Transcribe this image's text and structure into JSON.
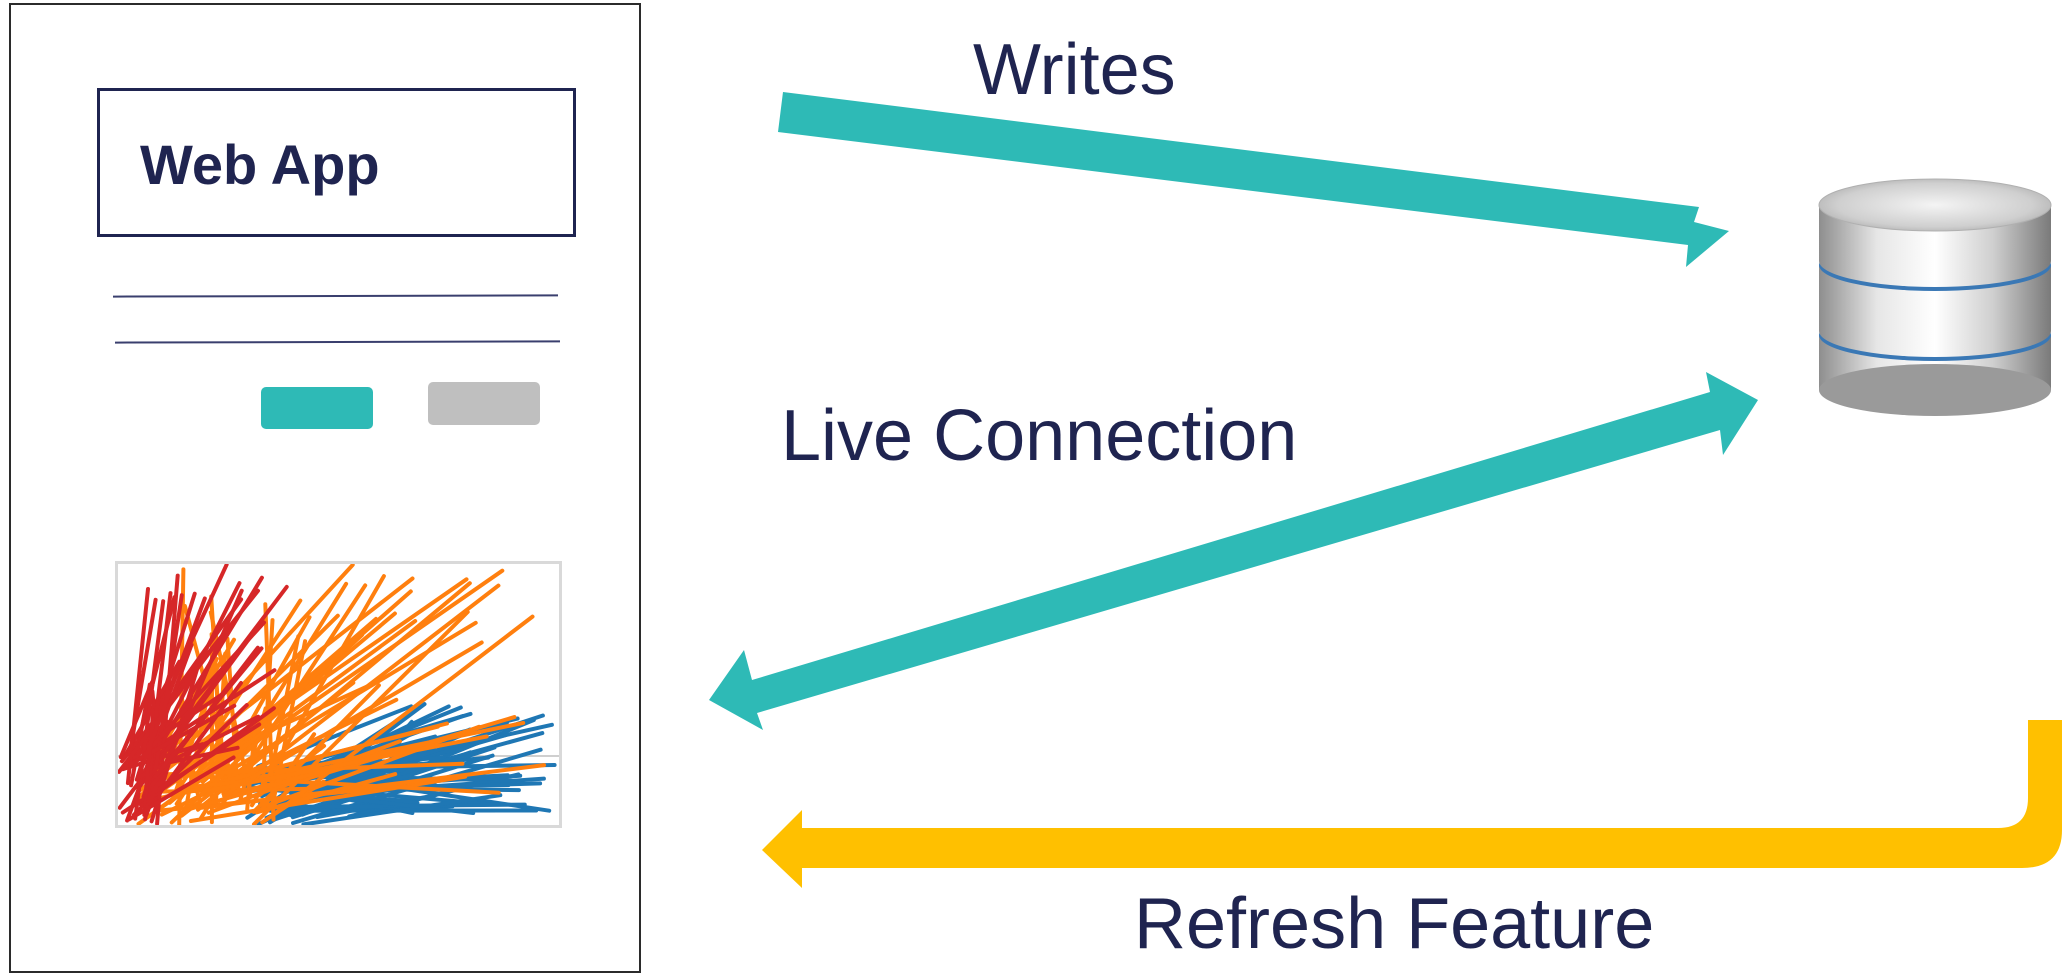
{
  "web_app": {
    "title": "Web App"
  },
  "arrows": {
    "writes_label": "Writes",
    "live_connection_label": "Live Connection",
    "refresh_label": "Refresh Feature"
  },
  "colors": {
    "teal": "#2ebab6",
    "amber": "#ffc000",
    "navy": "#1f2450",
    "gray_button": "#bfbfbf",
    "chart_red": "#d62728",
    "chart_orange": "#ff7f0e",
    "chart_blue": "#1f77b4"
  },
  "icons": {
    "database": "database-icon"
  }
}
